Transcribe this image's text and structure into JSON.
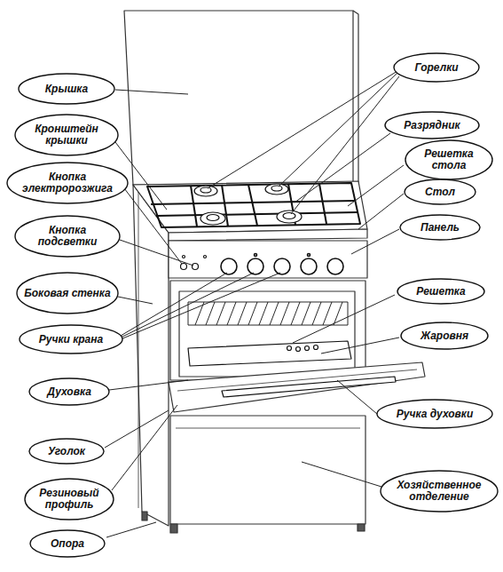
{
  "diagram": {
    "nodes": [
      {
        "text": [
          "Горелки"
        ]
      },
      {
        "text": [
          "Крышка"
        ]
      },
      {
        "text": [
          "Разрядник"
        ]
      },
      {
        "text": [
          "Кронштейн крышки"
        ]
      },
      {
        "text": [
          "Решетка стола"
        ]
      },
      {
        "text": [
          "Кнопка электророзжига"
        ]
      },
      {
        "text": [
          "Стол"
        ]
      },
      {
        "text": [
          "Панель"
        ]
      },
      {
        "text": [
          "Кнопка подсветки"
        ]
      },
      {
        "text": [
          "Решетка"
        ]
      },
      {
        "text": [
          "Боковая стенка"
        ]
      },
      {
        "text": [
          "Жаровня"
        ]
      },
      {
        "text": [
          "Ручки крана"
        ]
      },
      {
        "text": [
          "Духовка"
        ]
      },
      {
        "text": [
          "Ручка духовки"
        ]
      },
      {
        "text": [
          "Уголок"
        ]
      },
      {
        "text": [
          "Хозяйственное отделение"
        ]
      },
      {
        "text": [
          "Резиновый профиль"
        ]
      },
      {
        "text": [
          "Опора"
        ]
      }
    ]
  }
}
